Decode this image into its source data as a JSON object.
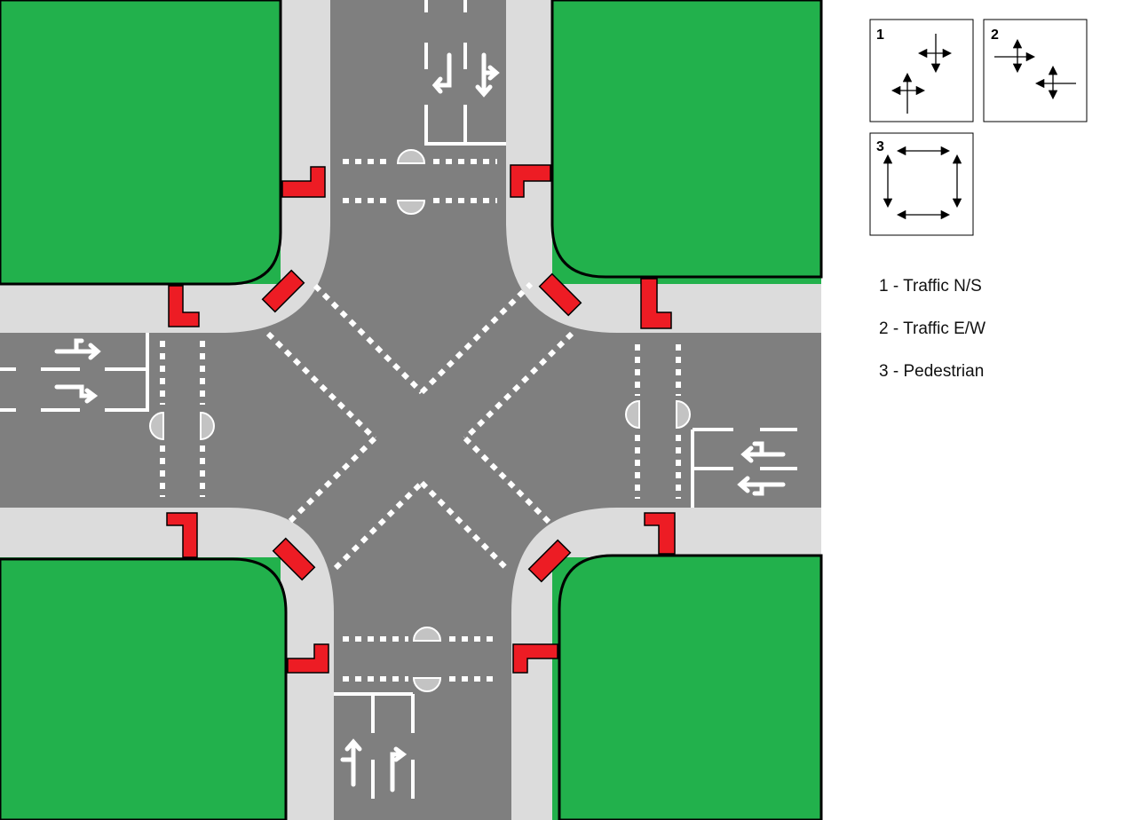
{
  "colors": {
    "grass": "#22b14c",
    "sidewalk": "#dcdcdc",
    "road": "#7f7f7f",
    "marking": "#ffffff",
    "tactile": "#ed1c24",
    "island": "#c3c3c3",
    "outline": "#000000"
  },
  "phase_boxes": [
    {
      "number": "1",
      "depicts": "north-south-traffic-arrows"
    },
    {
      "number": "2",
      "depicts": "east-west-traffic-arrows"
    },
    {
      "number": "3",
      "depicts": "pedestrian-crossing-arrows"
    }
  ],
  "legend": [
    {
      "text": "1 - Traffic N/S"
    },
    {
      "text": "2 - Traffic E/W"
    },
    {
      "text": "3 - Pedestrian"
    }
  ]
}
